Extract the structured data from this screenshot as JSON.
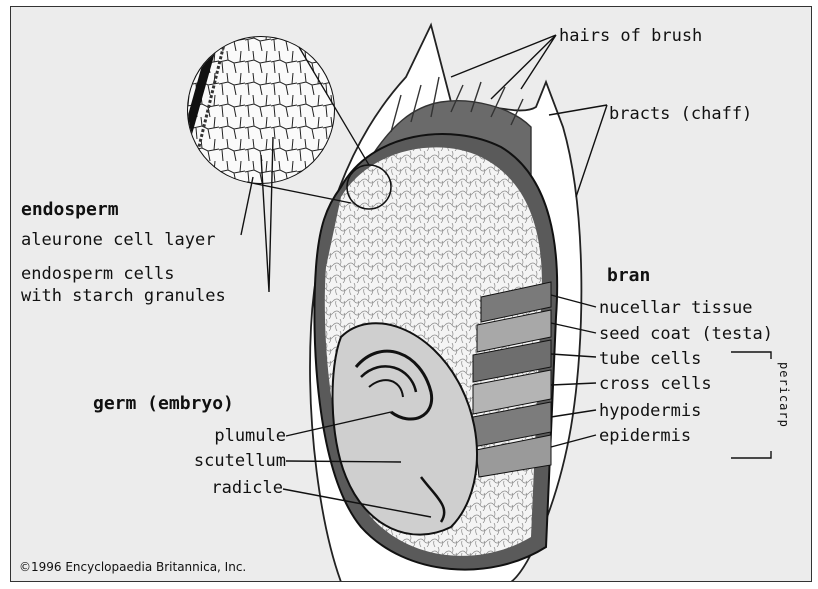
{
  "diagram": {
    "top_labels": {
      "hairs_of_brush": "hairs of brush",
      "bracts": "bracts (chaff)"
    },
    "endosperm": {
      "heading": "endosperm",
      "aleurone": "aleurone cell layer",
      "cells_line1": "endosperm cells",
      "cells_line2": "with starch granules"
    },
    "bran": {
      "heading": "bran",
      "items": [
        "nucellar tissue",
        "seed coat (testa)",
        "tube cells",
        "cross cells",
        "hypodermis",
        "epidermis"
      ],
      "pericarp": "pericarp"
    },
    "germ": {
      "heading": "germ (embryo)",
      "items": [
        "plumule",
        "scutellum",
        "radicle"
      ]
    },
    "copyright": "©1996 Encyclopaedia Britannica, Inc."
  }
}
